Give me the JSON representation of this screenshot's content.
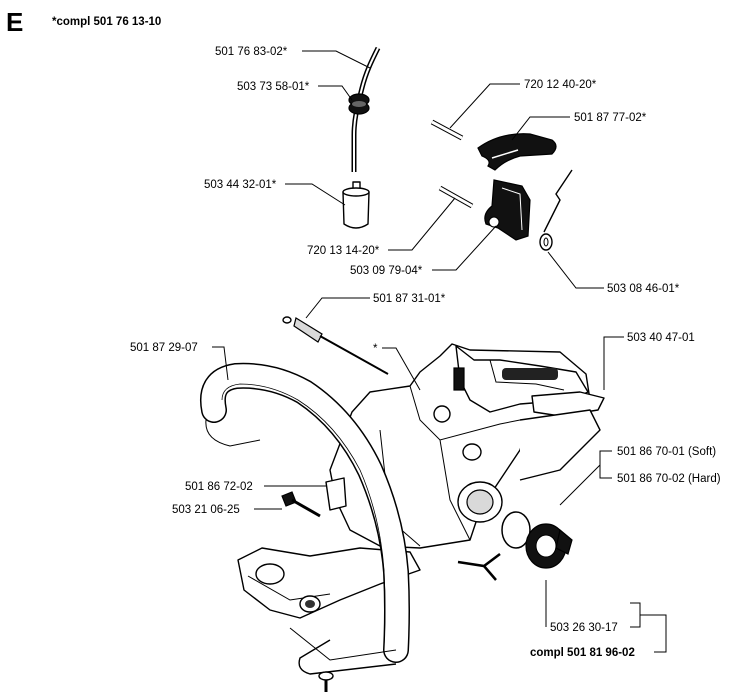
{
  "section_letter": "E",
  "assembly_note": "*compl 501 76 13-10",
  "labels": {
    "fuel_hose": "501 76 83-02*",
    "grommet": "503 73 58-01*",
    "fuel_filter": "503 44 32-01*",
    "pin_upper": "720 12 40-20*",
    "throttle_trigger": "501 87 77-02*",
    "pin_lower": "720 13 14-20*",
    "throttle_lockout": "503 09 79-04*",
    "spring": "503 08 46-01*",
    "valve_screw": "501 87 31-01*",
    "front_handle": "501 87 29-07",
    "star": "*",
    "rear_handle": "503 40 47-01",
    "av_soft": "501 86 70-01 (Soft)",
    "av_hard": "501 86 70-02 (Hard)",
    "bracket": "501 86 72-02",
    "screw": "503 21 06-25",
    "filler_cap": "503 26 30-17",
    "compl_tank": "compl 501 81 96-02"
  }
}
